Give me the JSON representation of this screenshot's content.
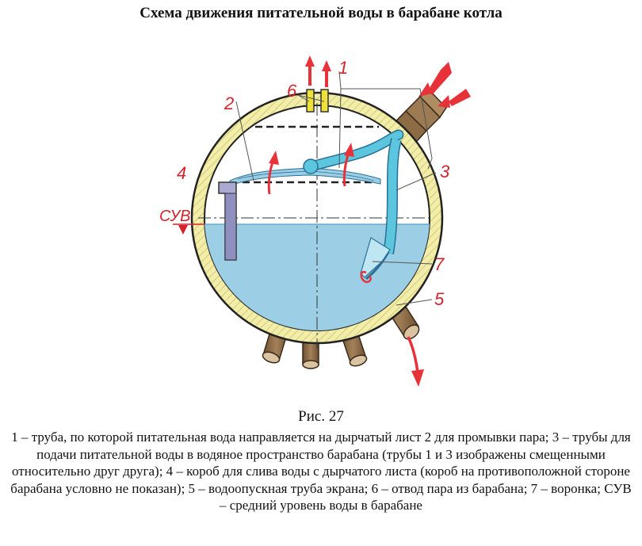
{
  "title": "Схема движения питательной воды в барабане котла",
  "labels": {
    "l1": "1",
    "l2": "2",
    "l3": "3",
    "l4": "4",
    "l5": "5",
    "l6": "6",
    "l7": "7",
    "suv": "СУВ"
  },
  "figure_label": "Рис. 27",
  "caption": "1 – труба, по которой питательная вода направляется на дырчатый лист 2 для промывки пара; 3 – трубы для подачи питательной воды в водяное пространство барабана (трубы 1 и 3 изображены смещенными относительно друг друга); 4 – короб для слива воды с дырчатого листа (короб на противоположной стороне барабана условно не показан); 5 – водоопускная труба экрана; 6 – отвод пара из барабана; 7 – воронка; СУВ – средний уровень воды в барабане",
  "colors": {
    "shell": "#f2eeaa",
    "water": "#9ccfe6",
    "pipe": "#8c6b45",
    "arrow": "#e8323a",
    "feedwater": "#5bc6dd"
  }
}
